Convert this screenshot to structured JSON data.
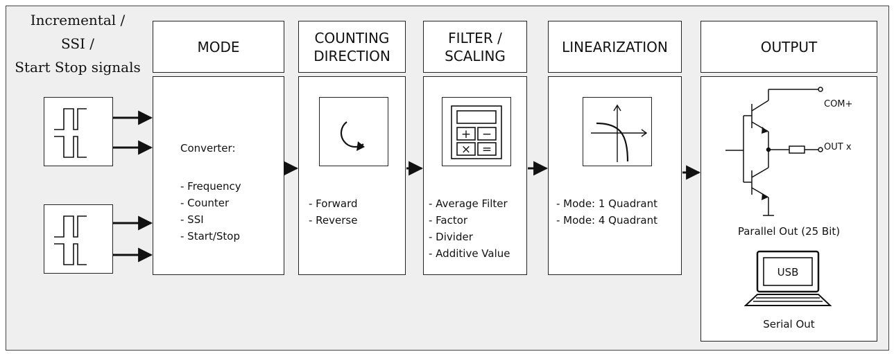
{
  "input_label": "Incremental /\nSSI /\nStart Stop signals",
  "stages": [
    {
      "title": "MODE",
      "heading_lead": "Converter:",
      "items": [
        "- Frequency",
        "- Counter",
        "- SSI",
        "- Start/Stop"
      ]
    },
    {
      "title": "COUNTING\nDIRECTION",
      "icon": "rotation-arrow-icon",
      "items": [
        "- Forward",
        "- Reverse"
      ]
    },
    {
      "title": "FILTER /\nSCALING",
      "icon": "calculator-icon",
      "items": [
        "- Average Filter",
        "- Factor",
        "- Divider",
        "- Additive Value"
      ]
    },
    {
      "title": "LINEARIZATION",
      "icon": "quadrant-curve-icon",
      "items": [
        "- Mode: 1 Quadrant",
        "- Mode: 4 Quadrant"
      ]
    },
    {
      "title": "OUTPUT",
      "icon": "transistor-circuit-icon"
    }
  ],
  "output": {
    "com_label": "COM+",
    "out_label": "OUT x",
    "parallel_label": "Parallel Out (25 Bit)",
    "usb_label": "USB",
    "serial_label": "Serial Out"
  },
  "calculator": {
    "plus": "+",
    "minus": "−",
    "times": "×",
    "equals": "="
  },
  "colors": {
    "background": "#efefef",
    "box": "#ffffff",
    "stroke": "#222222"
  }
}
